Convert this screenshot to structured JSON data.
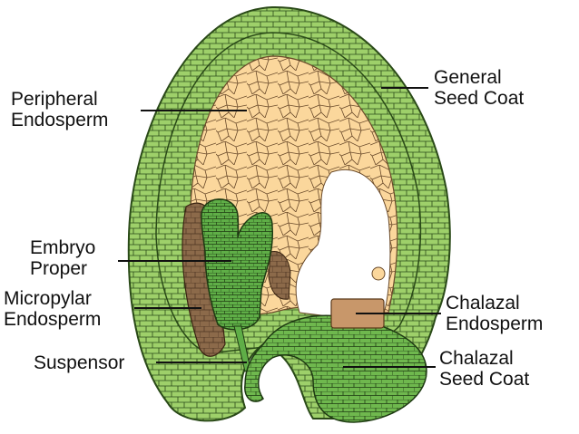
{
  "diagram": {
    "labels": {
      "general_seed_coat": "General\nSeed Coat",
      "peripheral_endosperm": "Peripheral\nEndosperm",
      "embryo_proper": "Embryo\nProper",
      "micropylar_endosperm": "Micropylar\nEndosperm",
      "chalazal_endosperm": "Chalazal\nEndosperm",
      "chalazal_seed_coat": "Chalazal\nSeed Coat",
      "suspensor": "Suspensor"
    },
    "colors": {
      "seed_coat": "#9ed06a",
      "seed_coat_outline": "#2a4a18",
      "endosperm": "#fbd79c",
      "micropylar_endosperm": "#8c6a4a",
      "embryo": "#5fae47",
      "chalazal_endosperm": "#c8976a",
      "chalazal_seed_coat": "#6fb84e",
      "cavity": "#ffffff"
    }
  }
}
